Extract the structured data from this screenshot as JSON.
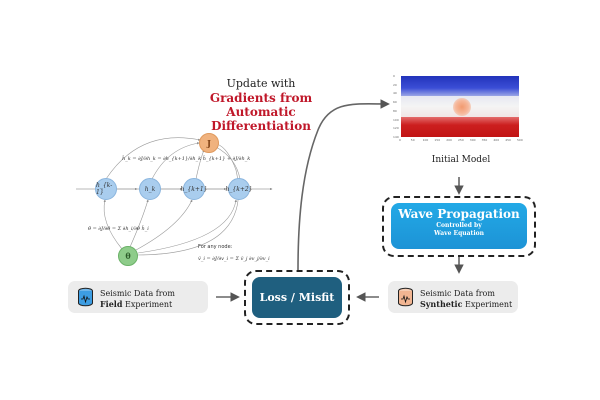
{
  "title": {
    "line1": "Update with",
    "line2": "Gradients from",
    "line3": "Automatic Differentiation"
  },
  "graph": {
    "nodes": [
      "h_{k-1}",
      "h_k",
      "h_{k+1}",
      "h_{k+2}"
    ],
    "j_label": "J",
    "theta_label": "θ",
    "eq_h": "h̄_k = ∂J/∂h_k = ∂h_{k+1}/∂h_k h̄_{k+1} + ∂J/∂h_k",
    "eq_theta": "θ̄ = ∂J/∂θ = Σ ∂h_i/∂θ h̄_i",
    "any_node_label": "For any node:",
    "eq_any": "v̄_i = ∂J/∂v_i = Σ v̄_j ∂v_j/∂v_i"
  },
  "initial_model": {
    "label": "Initial Model",
    "x_ticks": [
      "0",
      "50",
      "100",
      "150",
      "200",
      "250",
      "300",
      "350",
      "400",
      "450",
      "500"
    ],
    "y_ticks": [
      "0",
      "20",
      "40",
      "60",
      "80",
      "100",
      "120",
      "140"
    ]
  },
  "wave": {
    "title": "Wave Propagation",
    "sub1": "Controlled by",
    "sub2": "Wave Equation"
  },
  "field_card": {
    "line1": "Seismic Data from",
    "bold": "Field",
    "rest": " Experiment"
  },
  "synthetic_card": {
    "line1": "Seismic Data from",
    "bold": "Synthetic",
    "rest": " Experiment"
  },
  "loss": {
    "label": "Loss / Misfit"
  },
  "colors": {
    "red_text": "#c0182a",
    "wave_blue": "#1d9ddc",
    "loss_navy": "#1f5f7f",
    "node_blue": "#a9cdee",
    "j_orange": "#f0b27e",
    "theta_green": "#8ecc8a",
    "card_grey": "#ececec"
  }
}
